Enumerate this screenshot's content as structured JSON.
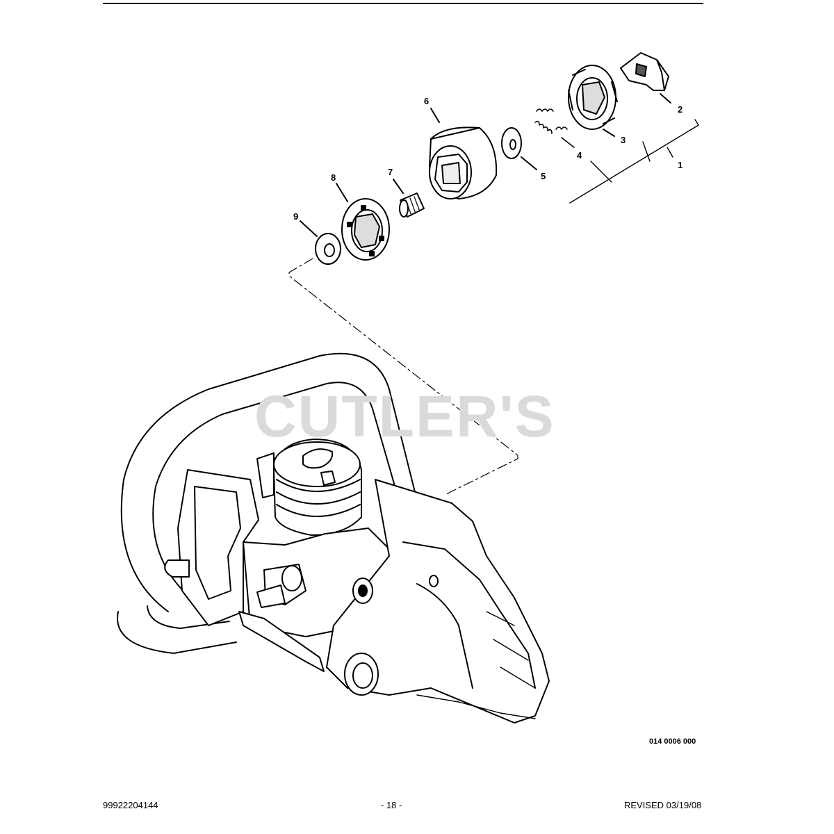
{
  "watermark": "CUTLER'S",
  "callouts": [
    {
      "id": "1",
      "label": "1"
    },
    {
      "id": "2",
      "label": "2"
    },
    {
      "id": "3",
      "label": "3"
    },
    {
      "id": "4",
      "label": "4"
    },
    {
      "id": "5",
      "label": "5"
    },
    {
      "id": "6",
      "label": "6"
    },
    {
      "id": "7",
      "label": "7"
    },
    {
      "id": "8",
      "label": "8"
    },
    {
      "id": "9",
      "label": "9"
    }
  ],
  "figure_ref": "014 0006 000",
  "footer": {
    "part_number": "99922204144",
    "page": "- 18 -",
    "revised": "REVISED 03/19/08"
  }
}
